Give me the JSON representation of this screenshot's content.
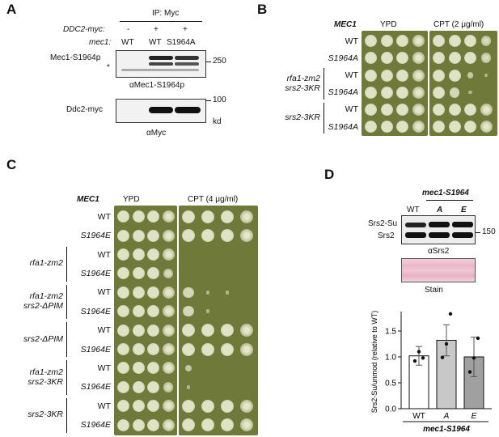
{
  "panelA": {
    "label": "A",
    "ip_label": "IP: Myc",
    "rows": [
      {
        "name": "DDC2-myc:",
        "values": [
          "-",
          "+",
          "+"
        ]
      },
      {
        "name": "mec1:",
        "values": [
          "WT",
          "WT",
          "S1964A"
        ]
      }
    ],
    "blot1_left_label": "Mec1-S1964p",
    "blot1_star": "*",
    "blot1_marker": "250",
    "blot1_caption": "αMec1-S1964p",
    "blot2_left_label": "Ddc2-myc",
    "blot2_marker": "100",
    "blot2_unit": "kd",
    "blot2_caption": "αMyc"
  },
  "panelB": {
    "label": "B",
    "header_gene": "MEC1",
    "col_headers": [
      "YPD",
      "CPT (2 μg/ml)"
    ],
    "groups": [
      {
        "name": [],
        "rows": [
          "WT",
          "S1964A"
        ]
      },
      {
        "name": [
          "rfa1-zm2",
          "srs2-3KR"
        ],
        "rows": [
          "WT",
          "S1964A"
        ]
      },
      {
        "name": [
          "srs2-3KR"
        ],
        "rows": [
          "WT",
          "S1964A"
        ]
      }
    ],
    "spots_ypd": [
      [
        4,
        4,
        4,
        4
      ],
      [
        4,
        4,
        4,
        4
      ],
      [
        4,
        4,
        4,
        4
      ],
      [
        4,
        4,
        4,
        4
      ],
      [
        4,
        4,
        4,
        4
      ],
      [
        4,
        4,
        4,
        4
      ]
    ],
    "spots_cpt": [
      [
        4,
        4,
        4,
        3
      ],
      [
        4,
        4,
        4,
        3
      ],
      [
        4,
        4,
        2,
        1
      ],
      [
        4,
        3,
        1,
        0
      ],
      [
        4,
        4,
        4,
        4
      ],
      [
        4,
        4,
        4,
        4
      ]
    ]
  },
  "panelC": {
    "label": "C",
    "header_gene": "MEC1",
    "col_headers": [
      "YPD",
      "CPT (4 μg/ml)"
    ],
    "groups": [
      {
        "name": [],
        "rows": [
          "WT",
          "S1964E"
        ]
      },
      {
        "name": [
          "rfa1-zm2"
        ],
        "rows": [
          "WT",
          "S1964E"
        ]
      },
      {
        "name": [
          "rfa1-zm2",
          "srs2-ΔPIM"
        ],
        "rows": [
          "WT",
          "S1964E"
        ]
      },
      {
        "name": [
          "srs2-ΔPIM"
        ],
        "rows": [
          "WT",
          "S1964E"
        ]
      },
      {
        "name": [
          "rfa1-zm2",
          "srs2-3KR"
        ],
        "rows": [
          "WT",
          "S1964E"
        ]
      },
      {
        "name": [
          "srs2-3KR"
        ],
        "rows": [
          "WT",
          "S1964E"
        ]
      }
    ],
    "spots_ypd": [
      [
        4,
        4,
        4,
        4
      ],
      [
        4,
        4,
        4,
        4
      ],
      [
        4,
        4,
        4,
        4
      ],
      [
        4,
        4,
        4,
        3
      ],
      [
        4,
        4,
        4,
        4
      ],
      [
        4,
        4,
        4,
        4
      ],
      [
        4,
        4,
        4,
        4
      ],
      [
        4,
        4,
        4,
        4
      ],
      [
        4,
        4,
        4,
        4
      ],
      [
        4,
        4,
        4,
        3
      ],
      [
        4,
        4,
        4,
        4
      ],
      [
        4,
        4,
        4,
        4
      ]
    ],
    "spots_cpt": [
      [
        4,
        4,
        4,
        4
      ],
      [
        4,
        4,
        4,
        4
      ],
      [
        0,
        0,
        0,
        0
      ],
      [
        0,
        0,
        0,
        0
      ],
      [
        3,
        1,
        1,
        0
      ],
      [
        3,
        1,
        0,
        0
      ],
      [
        4,
        4,
        4,
        4
      ],
      [
        4,
        4,
        4,
        4
      ],
      [
        2,
        0,
        0,
        0
      ],
      [
        1,
        0,
        0,
        0
      ],
      [
        4,
        4,
        4,
        4
      ],
      [
        4,
        4,
        4,
        4
      ]
    ]
  },
  "panelD": {
    "label": "D",
    "group_label": "mec1-S1964",
    "lanes": [
      "WT",
      "A",
      "E"
    ],
    "blot_left_labels": [
      "Srs2-Su",
      "Srs2"
    ],
    "blot_marker": "150",
    "blot_caption": "αSrs2",
    "stain_caption": "Stain",
    "chart_data": {
      "type": "bar",
      "categories": [
        "WT",
        "A",
        "E"
      ],
      "values": [
        1.02,
        1.32,
        1.0
      ],
      "errors": [
        0.18,
        0.3,
        0.38
      ],
      "points": [
        [
          0.92,
          1.1,
          0.98
        ],
        [
          0.99,
          1.25,
          1.83
        ],
        [
          0.71,
          0.98,
          1.36
        ]
      ],
      "ylabel": "Srs2-Su/unmod (relative to WT)",
      "xgroup_label": "mec1-S1964",
      "ylim": [
        0,
        2.0
      ],
      "yticks": [
        "0.0",
        "0.5",
        "1.0",
        "1.5"
      ],
      "bar_colors": [
        "#ffffff",
        "#c8c8c8",
        "#a0a0a0"
      ]
    }
  }
}
